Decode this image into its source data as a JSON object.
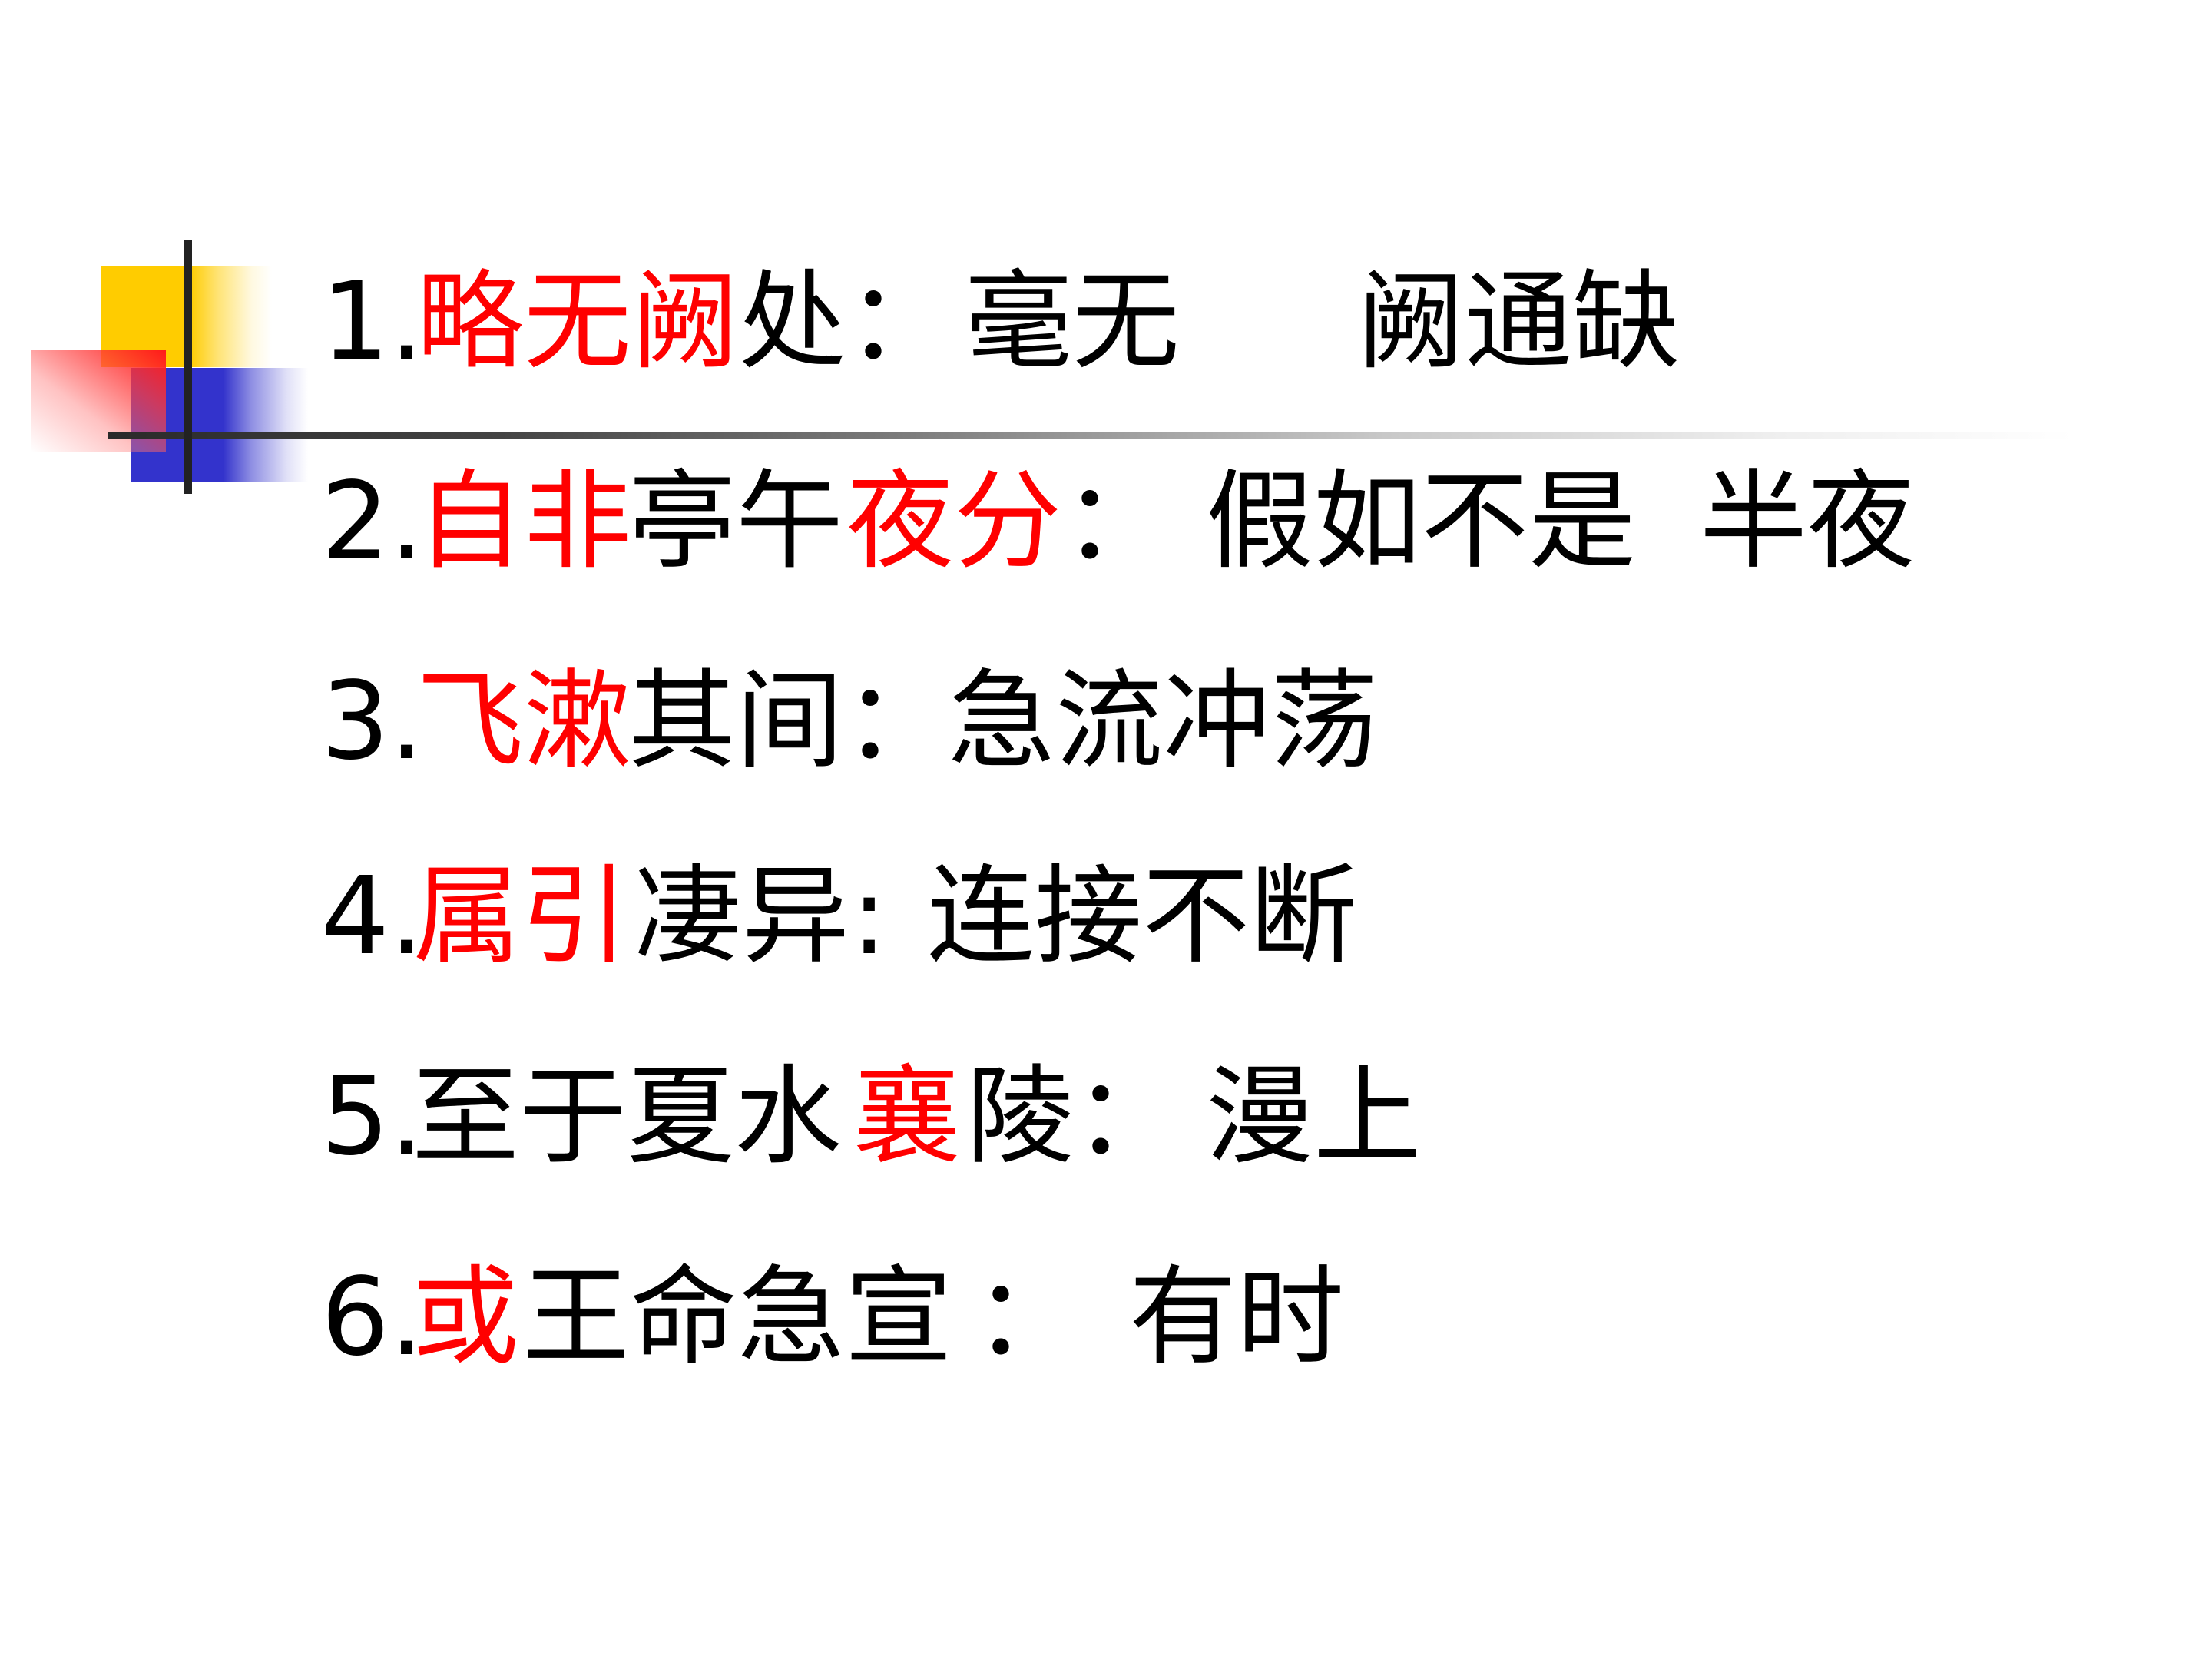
{
  "colors": {
    "keyword": "#FF0000",
    "text": "#000000",
    "deco_yellow": "#FFCC00",
    "deco_blue": "#3333CC",
    "deco_red": "#FF1A1A",
    "deco_line": "#222222"
  },
  "items": [
    {
      "number": "1.",
      "prompt": [
        {
          "text": "略无阙",
          "highlight": true
        },
        {
          "text": "处",
          "highlight": false
        }
      ],
      "colon": "：",
      "answer": [
        "毫无",
        "阙通缺"
      ]
    },
    {
      "number": "2.",
      "prompt": [
        {
          "text": "自非",
          "highlight": true
        },
        {
          "text": "亭午",
          "highlight": false
        },
        {
          "text": "夜分",
          "highlight": true
        }
      ],
      "colon": "：",
      "answer": [
        "假如不是",
        "半夜"
      ]
    },
    {
      "number": "3.",
      "prompt": [
        {
          "text": "飞漱",
          "highlight": true
        },
        {
          "text": "其间",
          "highlight": false
        }
      ],
      "colon": "：",
      "answer": [
        "急流冲荡"
      ]
    },
    {
      "number": "4.",
      "prompt": [
        {
          "text": "属引",
          "highlight": true
        },
        {
          "text": "凄异",
          "highlight": false
        }
      ],
      "colon": ":",
      "answer": [
        "连接不断"
      ]
    },
    {
      "number": "5.",
      "prompt": [
        {
          "text": "至于夏水",
          "highlight": false
        },
        {
          "text": "襄",
          "highlight": true
        },
        {
          "text": "陵",
          "highlight": false
        }
      ],
      "colon": "：",
      "answer": [
        "漫上"
      ]
    },
    {
      "number": "6.",
      "prompt": [
        {
          "text": "或",
          "highlight": true
        },
        {
          "text": "王命急宣",
          "highlight": false
        }
      ],
      "colon": "：",
      "answer": [
        "有时"
      ]
    }
  ]
}
